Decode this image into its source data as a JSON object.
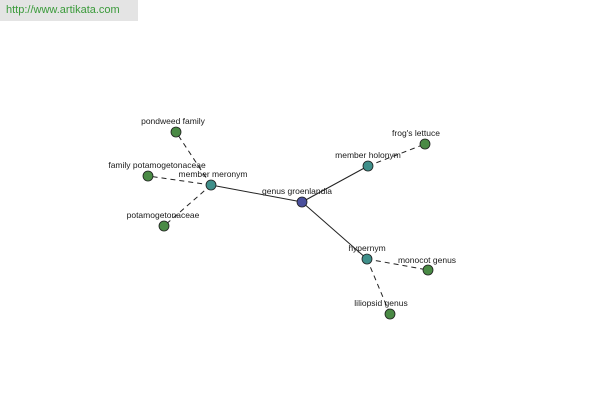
{
  "header": {
    "url_text": "http://www.artikata.com"
  },
  "colors": {
    "center": "#4a4f9c",
    "relation": "#3f8f8a",
    "leaf": "#4a8a45",
    "stroke": "#222222"
  },
  "graph": {
    "center": {
      "label": "genus groenlandia"
    },
    "relations": [
      {
        "label": "member meronym"
      },
      {
        "label": "member holonym"
      },
      {
        "label": "hypernym"
      }
    ],
    "leaves": [
      {
        "label": "pondweed family"
      },
      {
        "label": "family potamogetonaceae"
      },
      {
        "label": "potamogetonaceae"
      },
      {
        "label": "frog's lettuce"
      },
      {
        "label": "monocot genus"
      },
      {
        "label": "liliopsid genus"
      }
    ]
  }
}
